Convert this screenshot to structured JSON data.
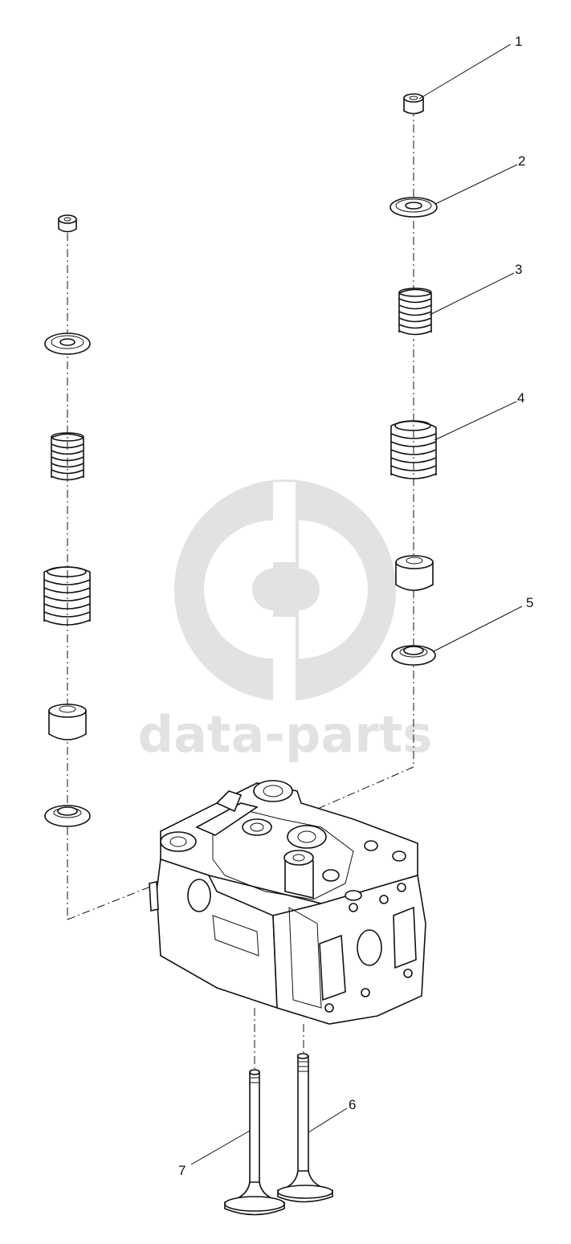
{
  "watermark": {
    "text": "data-parts",
    "color": "#e2e2e2"
  },
  "callouts": [
    {
      "label": "1"
    },
    {
      "label": "2"
    },
    {
      "label": "3"
    },
    {
      "label": "4"
    },
    {
      "label": "5"
    },
    {
      "label": "6"
    },
    {
      "label": "7"
    }
  ],
  "colors": {
    "line": "#111111",
    "background": "#ffffff"
  }
}
